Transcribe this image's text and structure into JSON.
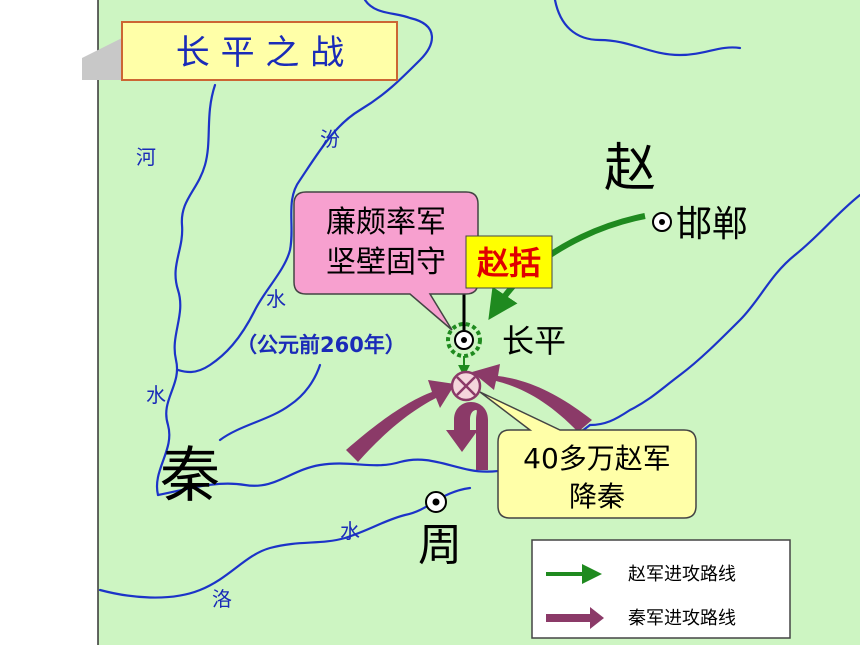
{
  "title": "长 平 之 战",
  "states": {
    "zhao": "赵",
    "qin": "秦",
    "zhou": "周"
  },
  "cities": {
    "handan": "邯郸",
    "changping": "长平"
  },
  "rivers": {
    "he": "河",
    "fen": "汾",
    "shui_a": "水",
    "shui_b": "水",
    "shui_c": "水",
    "luo": "洛"
  },
  "callouts": {
    "lianpo_line1": "廉颇率军",
    "lianpo_line2": "坚壁固守",
    "zhaokuo": "赵括",
    "year": "（公元前260年）",
    "surrender_line1": "40多万赵军",
    "surrender_line2": "降秦"
  },
  "legend": {
    "zhao_route": "赵军进攻路线",
    "qin_route": "秦军进攻路线"
  },
  "colors": {
    "land": "#cdf5c2",
    "river": "#1c33c8",
    "zhao_arrow": "#1f8a1f",
    "qin_arrow": "#8b3a68",
    "title_bg": "#ffffa8",
    "pink_bubble": "#f7a0cf",
    "yellow_bubble": "#ffffa8",
    "zhaokuo_bg": "#ffff00",
    "zhaokuo_text": "#e00000",
    "text_blue": "#1a2bb8"
  }
}
